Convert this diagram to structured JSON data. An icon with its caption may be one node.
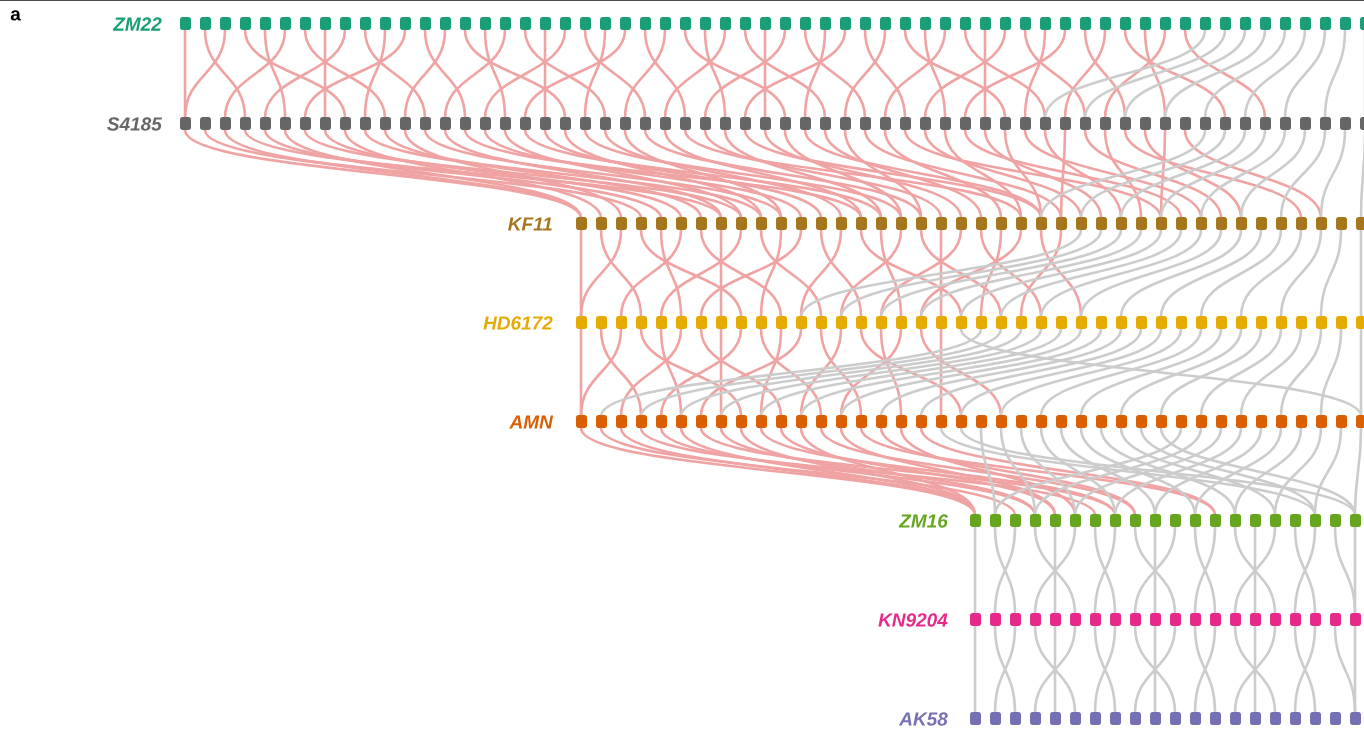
{
  "diagram": {
    "labels": [
      "a",
      "ZM22",
      "S4185",
      "KF11",
      "HD6172",
      "AMN",
      "ZM16",
      "KN9204",
      "AK58"
    ]
  }
}
